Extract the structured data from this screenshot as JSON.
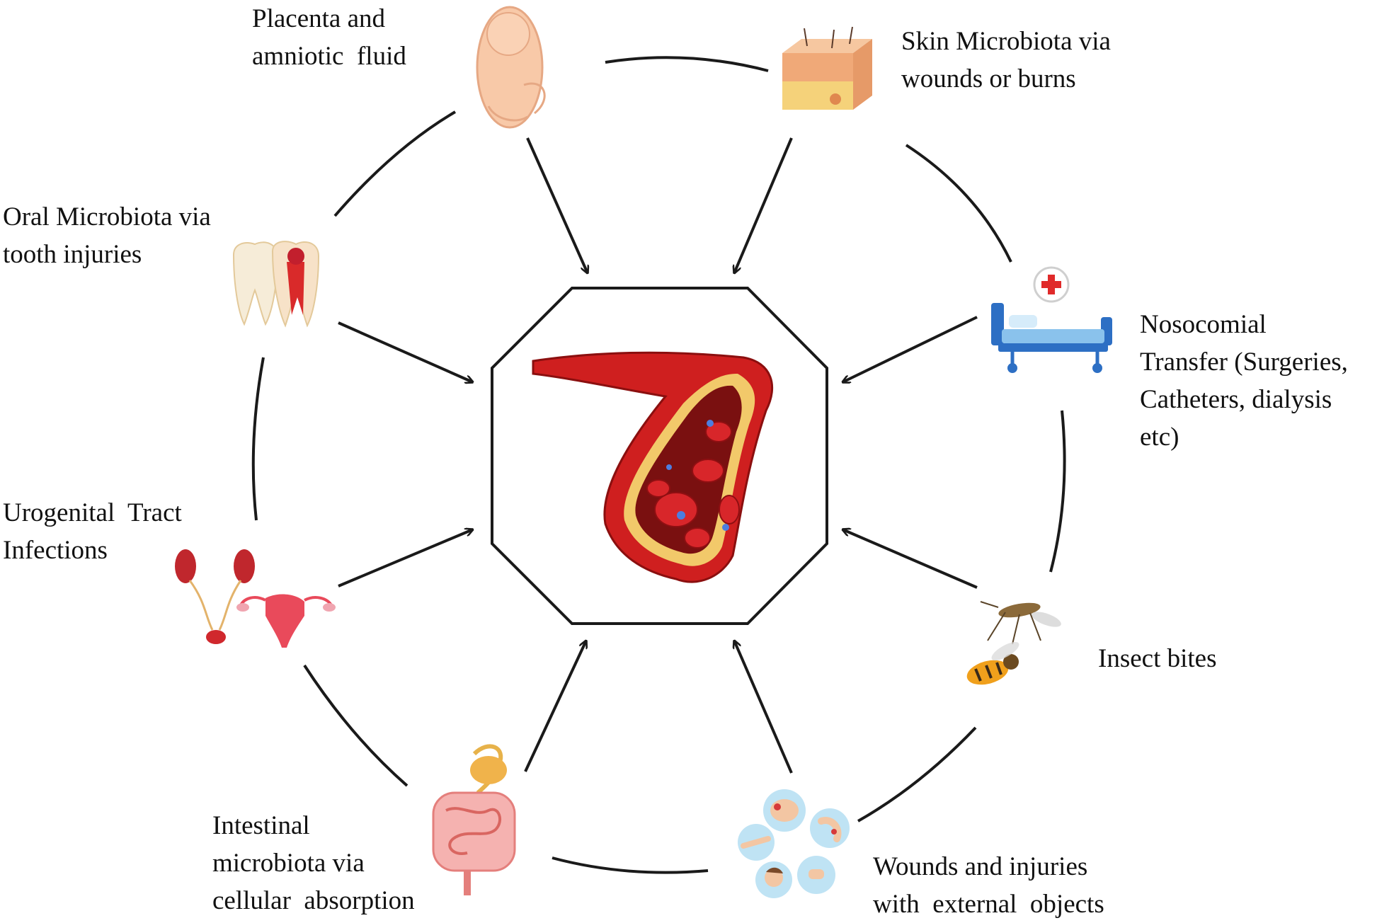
{
  "sources": {
    "placenta": {
      "line1": "Placenta and",
      "line2": "amniotic  fluid",
      "icon": "fetus-icon"
    },
    "skin": {
      "line1": "Skin Microbiota via",
      "line2": "wounds or burns",
      "icon": "skin-layers-icon"
    },
    "oral": {
      "line1": "Oral Microbiota via",
      "line2": "tooth injuries",
      "icon": "tooth-icon"
    },
    "nosocomial": {
      "line1": "Nosocomial",
      "line2": "Transfer (Surgeries,",
      "line3": "Catheters, dialysis",
      "line4": "etc)",
      "icon": "hospital-bed-icon"
    },
    "urogenital": {
      "line1": "Urogenital  Tract",
      "line2": "Infections",
      "icon": "urogenital-organs-icon"
    },
    "insect": {
      "line1": "Insect bites",
      "icon": "insect-icon"
    },
    "intestinal": {
      "line1": "Intestinal",
      "line2": "microbiota via",
      "line3": "cellular  absorption",
      "icon": "intestine-icon"
    },
    "wounds": {
      "line1": "Wounds and injuries",
      "line2": "with  external  objects",
      "icon": "injuries-icon"
    }
  },
  "center": {
    "icon": "blood-vessel-icon"
  },
  "colors": {
    "line": "#1a1a1a",
    "vessel": "#d42020",
    "vessel_inner": "#f2c96a",
    "skin_tone": "#f8c9a8",
    "bed_blue": "#2d6fc4"
  }
}
